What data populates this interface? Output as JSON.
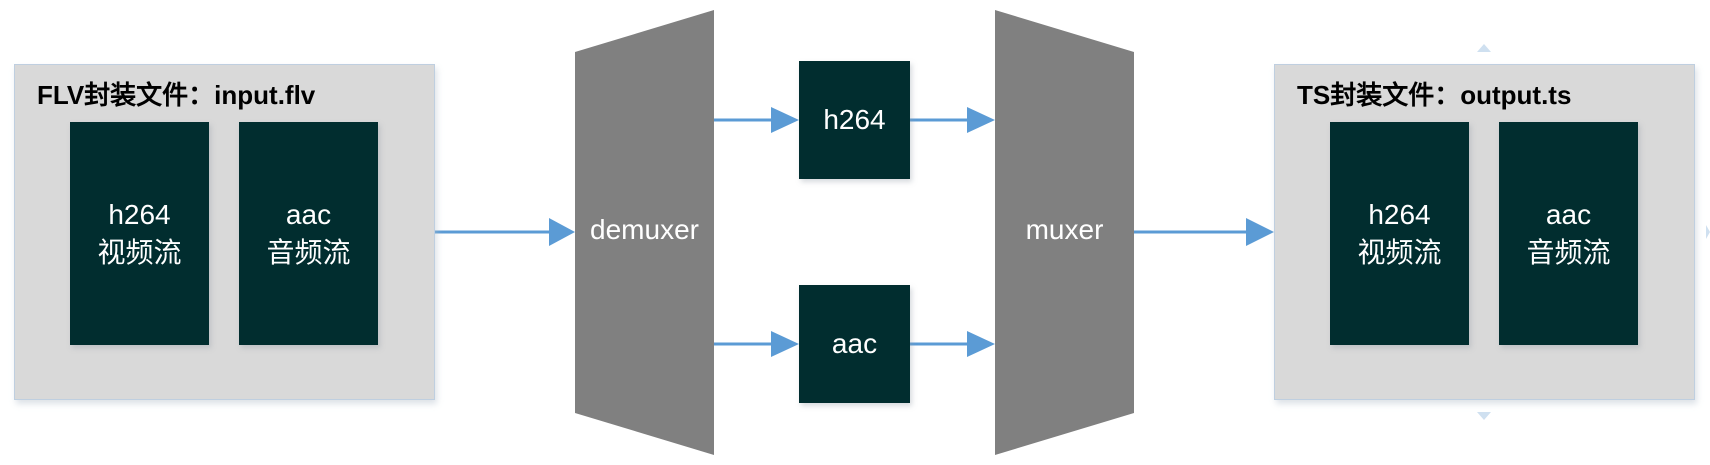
{
  "input_file": {
    "title": "FLV封装文件：input.flv",
    "streams": [
      {
        "codec": "h264",
        "kind": "视频流"
      },
      {
        "codec": "aac",
        "kind": "音频流"
      }
    ]
  },
  "demuxer": {
    "label": "demuxer"
  },
  "codecs": {
    "video": "h264",
    "audio": "aac"
  },
  "muxer": {
    "label": "muxer"
  },
  "output_file": {
    "title": "TS封装文件：output.ts",
    "streams": [
      {
        "codec": "h264",
        "kind": "视频流"
      },
      {
        "codec": "aac",
        "kind": "音频流"
      }
    ]
  },
  "colors": {
    "stream_box": "#012d2f",
    "container": "#d9d9d9",
    "mux_shape": "#808080",
    "arrow": "#5b9bd5"
  }
}
